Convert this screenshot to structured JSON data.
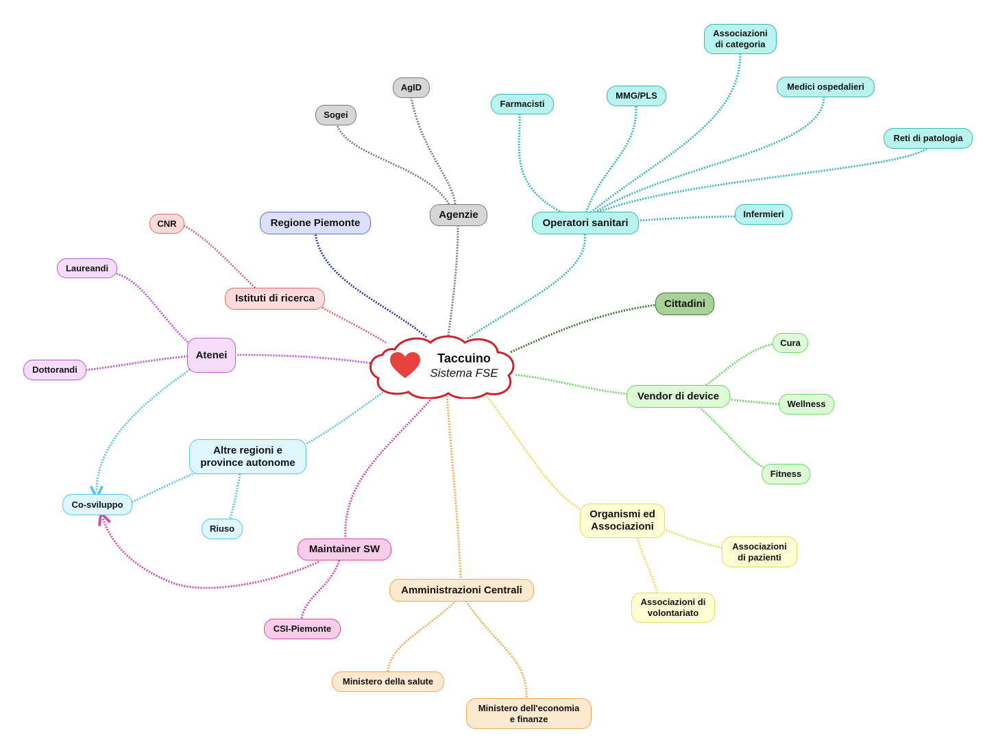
{
  "center": {
    "title": "Taccuino",
    "subtitle": "Sistema FSE"
  },
  "colors": {
    "gray": "#7a7a7a",
    "cyan": "#39b7b2",
    "blue": "#2b3fa0",
    "red": "#de6a6a",
    "purple": "#bb59d8",
    "lightblue": "#5bc3e8",
    "pink": "#d34aa4",
    "orange": "#eeaa55",
    "yellow": "#e7db5b",
    "green": "#6fd864",
    "darkgreen": "#3f6f36",
    "heart": "#e8423f",
    "cloud_border": "#d0202e"
  },
  "nodes": {
    "agenzie": "Agenzie",
    "agid": "AgID",
    "sogei": "Sogei",
    "operatori_sanitari": "Operatori sanitari",
    "farmacisti": "Farmacisti",
    "mmg_pls": "MMG/PLS",
    "assoc_categoria_1": "Associazioni",
    "assoc_categoria_2": "di categoria",
    "medici_ospedalieri": "Medici ospedalieri",
    "reti_patologia": "Reti di patologia",
    "infermieri": "Infermieri",
    "regione_piemonte": "Regione Piemonte",
    "cnr": "CNR",
    "istituti_ricerca": "Istituti di ricerca",
    "laureandi": "Laureandi",
    "atenei": "Atenei",
    "dottorandi": "Dottorandi",
    "cittadini": "Cittadini",
    "cura": "Cura",
    "vendor_device": "Vendor di device",
    "wellness": "Wellness",
    "fitness": "Fitness",
    "altre_regioni_1": "Altre regioni e",
    "altre_regioni_2": "province autonome",
    "co_sviluppo": "Co-sviluppo",
    "riuso": "Riuso",
    "maintainer_sw": "Maintainer SW",
    "csi_piemonte": "CSI-Piemonte",
    "amministrazioni_centrali": "Amministrazioni Centrali",
    "ministero_salute": "Ministero della salute",
    "ministero_economia_1": "Ministero dell'economia",
    "ministero_economia_2": "e finanze",
    "organismi_1": "Organismi ed",
    "organismi_2": "Associazioni",
    "assoc_pazienti_1": "Associazioni",
    "assoc_pazienti_2": "di pazienti",
    "assoc_volontariato_1": "Associazioni di",
    "assoc_volontariato_2": "volontariato"
  }
}
